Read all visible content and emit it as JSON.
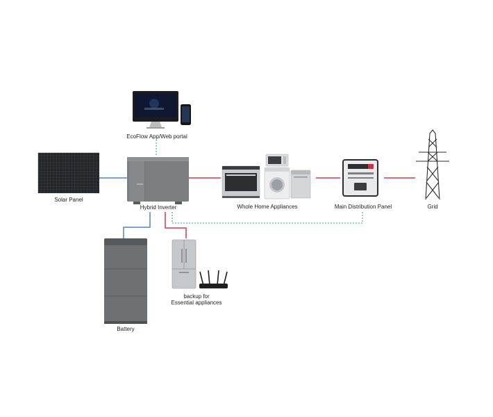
{
  "labels": {
    "app": "EcoFlow App/Web portal",
    "solar": "Solar Panel",
    "inverter": "Hybrid Inverter",
    "appliances": "Whole Home Appliances",
    "distribution": "Main Distribution Panel",
    "grid": "Grid",
    "battery": "Battery",
    "backup_line1": "backup for",
    "backup_line2": "Essential appliances"
  },
  "colors": {
    "solar_link": "#4a86c8",
    "ac_link": "#d23a4a",
    "data_link": "#2aa37a"
  }
}
